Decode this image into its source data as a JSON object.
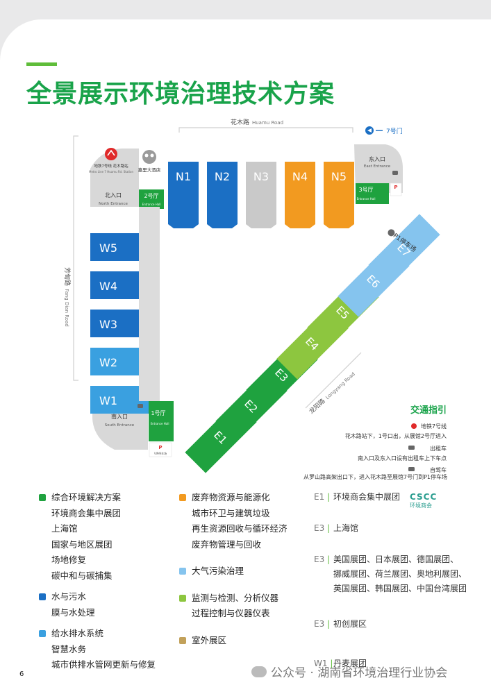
{
  "title": "全景展示环境治理技术方案",
  "map": {
    "north_road_cn": "花木路",
    "north_road_en": "Huamu Road",
    "gate7": "7号门",
    "west_road_cn": "芳甸路",
    "west_road_en": "Fang Dian Road",
    "southeast_road_cn": "龙阳路",
    "southeast_road_en": "Longyang Road",
    "metro_station_cn": "地铁7号线 花木路站",
    "metro_station_en": "Metro Line 7 Huamu Rd. Station",
    "hotel_cn": "嘉里大酒店",
    "north_entrance_cn": "北入口",
    "north_entrance_en": "North Entrance",
    "east_entrance_cn": "东入口",
    "east_entrance_en": "East Entrance",
    "south_entrance_cn": "南入口",
    "south_entrance_en": "South Entrance",
    "hall2_cn": "2号厅",
    "hall2_en": "Entrance Hall",
    "hall3_cn": "3号厅",
    "hall3_en": "Entrance Hall",
    "hall1_cn": "1号厅",
    "hall1_en": "Entrance Hall",
    "p1_parking": "P1停车场",
    "vip_parking": "VIP停车场",
    "halls_north": [
      {
        "label": "N1",
        "color": "#1b6fc4"
      },
      {
        "label": "N2",
        "color": "#1b6fc4"
      },
      {
        "label": "N3",
        "color": "#c9c9c9"
      },
      {
        "label": "N4",
        "color": "#f29a20"
      },
      {
        "label": "N5",
        "color": "#f29a20"
      }
    ],
    "halls_west": [
      {
        "label": "W5",
        "color": "#1b6fc4"
      },
      {
        "label": "W4",
        "color": "#1b6fc4"
      },
      {
        "label": "W3",
        "color": "#1b6fc4"
      },
      {
        "label": "W2",
        "color": "#3aa0e0"
      },
      {
        "label": "W1",
        "color": "#3aa0e0"
      }
    ],
    "halls_east": [
      {
        "label": "E1",
        "color": "#1fa23f"
      },
      {
        "label": "E2",
        "color": "#1fa23f"
      },
      {
        "label": "E3",
        "color": "#1fa23f"
      },
      {
        "label": "E4",
        "color": "#8dc63f"
      },
      {
        "label": "E5",
        "color": "#8dc63f"
      },
      {
        "label": "E6",
        "color": "#85c4ee"
      },
      {
        "label": "E7",
        "color": "#85c4ee"
      }
    ],
    "traffic": {
      "title": "交通指引",
      "metro_label": "地铁7号线",
      "metro_text": "花木路站下，1号口出，从展馆2号厅进入",
      "taxi_label": "出租车",
      "taxi_text": "南入口及东入口设有出租车上下车点",
      "car_label": "自驾车",
      "car_text": "从罗山路高架出口下，进入花木路至展馆7号门到P1停车场"
    }
  },
  "legend": {
    "col1": [
      {
        "color": "#1fa23f",
        "head": "综合环境解决方案",
        "items": [
          "环境商会集中展团",
          "上海馆",
          "国家与地区展团",
          "场地修复",
          "碳中和与碳捕集"
        ]
      },
      {
        "color": "#1b6fc4",
        "head": "水与污水",
        "items": [
          "膜与水处理"
        ]
      },
      {
        "color": "#3aa0e0",
        "head": "给水排水系统",
        "items": [
          "智慧水务",
          "城市供排水管网更新与修复"
        ]
      }
    ],
    "col2": [
      {
        "color": "#f29a20",
        "head": "废弃物资源与能源化",
        "items": [
          "城市环卫与建筑垃圾",
          "再生资源回收与循环经济",
          "废弃物管理与回收"
        ]
      },
      {
        "color": "#85c4ee",
        "head": "大气污染治理",
        "items": []
      },
      {
        "color": "#8dc63f",
        "head": "监测与检测、分析仪器",
        "items": [
          "过程控制与仪器仪表"
        ]
      },
      {
        "color": "#c2a15a",
        "head": "室外展区",
        "items": []
      }
    ],
    "col3": [
      {
        "label": "E1",
        "lines": [
          "环境商会集中展团"
        ]
      },
      {
        "label": "E3",
        "lines": [
          "上海馆"
        ]
      },
      {
        "label": "E3",
        "lines": [
          "美国展团、日本展团、德国展团、",
          "挪威展团、荷兰展团、奥地利展团、",
          "英国展团、韩国展团、中国台湾展团"
        ]
      },
      {
        "label": "E3",
        "lines": [
          "初创展区"
        ]
      },
      {
        "label": "W1",
        "lines": [
          "丹麦展团"
        ]
      }
    ],
    "cscc_logo": "CSCC",
    "cscc_sub": "环境商会"
  },
  "page_number": "6",
  "watermark": "公众号 · 湖南省环境治理行业协会"
}
